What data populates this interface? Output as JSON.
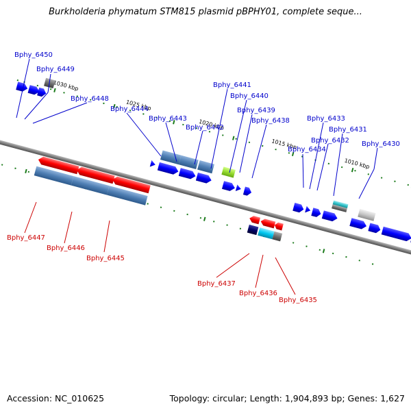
{
  "title": "Burkholderia phymatum STM815 plasmid pBPHY01, complete seque...",
  "footer": {
    "accession": "Accession: NC_010625",
    "topology": "Topology: circular; Length: 1,904,893 bp; Genes: 1,627"
  },
  "colors": {
    "label_forward": "#0000cc",
    "label_reverse": "#cc0000",
    "backbone": "#808080",
    "tick_dot": "#1a7a1a",
    "gene_blue": "#0000ff",
    "gene_steel": "#4f7fb4",
    "gene_red": "#ff0000",
    "gene_navy": "#000066",
    "gene_cyan": "#00c8f0",
    "gene_gray": "#707070",
    "gene_lightgray": "#c8c8c8",
    "gene_green": "#99dd33",
    "gene_teal": "#33c4cc"
  },
  "scale_labels": [
    "1030 kbp",
    "1025 kbp",
    "1020 kbp",
    "1015 kbp",
    "1010 kbp"
  ],
  "gene_labels_forward": [
    "Bphy_6450",
    "Bphy_6449",
    "Bphy_6448",
    "Bphy_6444",
    "Bphy_6443",
    "Bphy_6442",
    "Bphy_6441",
    "Bphy_6440",
    "Bphy_6439",
    "Bphy_6438",
    "Bphy_6433",
    "Bphy_6432",
    "Bphy_6431",
    "Bphy_6434",
    "Bphy_6430"
  ],
  "gene_labels_reverse": [
    "Bphy_6447",
    "Bphy_6446",
    "Bphy_6445",
    "Bphy_6437",
    "Bphy_6436",
    "Bphy_6435"
  ]
}
